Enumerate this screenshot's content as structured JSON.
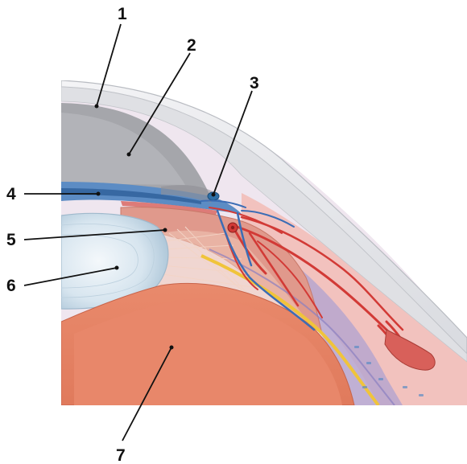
{
  "figure": {
    "labels": [
      {
        "id": "label-1",
        "text": "1"
      },
      {
        "id": "label-2",
        "text": "2"
      },
      {
        "id": "label-3",
        "text": "3"
      },
      {
        "id": "label-4",
        "text": "4"
      },
      {
        "id": "label-5",
        "text": "5"
      },
      {
        "id": "label-6",
        "text": "6"
      },
      {
        "id": "label-7",
        "text": "7"
      }
    ],
    "colors": {
      "cornea": "#e9eaec",
      "cornea_edge": "#b9bcc2",
      "anterior_chamber": "#9c9da2",
      "iris": "#5c8cc4",
      "canal": "#2e6fa6",
      "ciliary_body": "#e0998c",
      "lens": "#c9dbe8",
      "zonules": "#f3d3c3",
      "vitreous": "#e8876a",
      "vessel_red": "#d23a36",
      "vessel_blue": "#3b6db5",
      "choroid_yellow": "#f0c43a",
      "sclera": "#c7b8d2"
    }
  }
}
